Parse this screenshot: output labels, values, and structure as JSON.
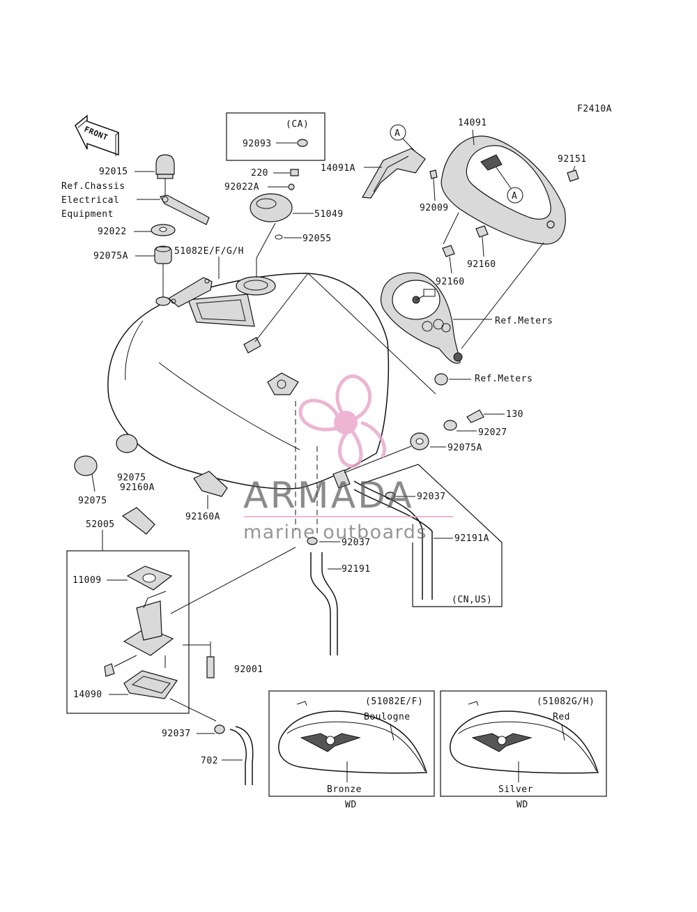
{
  "figure_code": "F2410A",
  "front_marker": "FRONT",
  "labels": {
    "ca_variant": "(CA)",
    "p92093": "92093",
    "p220": "220",
    "p92022A": "92022A",
    "p51049": "51049",
    "p92055": "92055",
    "p92015": "92015",
    "ref_chassis_1": "Ref.Chassis",
    "ref_chassis_2": "Electrical",
    "ref_chassis_3": "Equipment",
    "p92022": "92022",
    "p92075A_top": "92075A",
    "p51082": "51082E/F/G/H",
    "p14091": "14091",
    "p14091A": "14091A",
    "p92009": "92009",
    "p92151": "92151",
    "p92160_right": "92160",
    "p92160_left": "92160",
    "callout_a": "A",
    "ref_meters_1": "Ref.Meters",
    "ref_meters_2": "Ref.Meters",
    "p130": "130",
    "p92027": "92027",
    "p92075A_right": "92075A",
    "p92075": "92075",
    "p92075_left": "92075",
    "p92160A": "92160A",
    "p92160A_lower": "92160A",
    "p52005": "52005",
    "p11009": "11009",
    "p92001": "92001",
    "p14090": "14090",
    "p92037_low": "92037",
    "p702": "702",
    "p92037_mid": "92037",
    "p92191": "92191",
    "p92037_right": "92037",
    "p92191A": "92191A",
    "cn_us": "(CN,US)",
    "inset1_code": "(51082E/F)",
    "inset1_color_top": "Boulogne",
    "inset1_color_bottom": "Bronze",
    "inset1_market": "WD",
    "inset2_code": "(51082G/H)",
    "inset2_color_top": "Red",
    "inset2_color_bottom": "Silver",
    "inset2_market": "WD"
  },
  "watermark": {
    "brand": "ARMADA",
    "tagline": "marine outboards",
    "brand_color": "#e9a3c9"
  }
}
